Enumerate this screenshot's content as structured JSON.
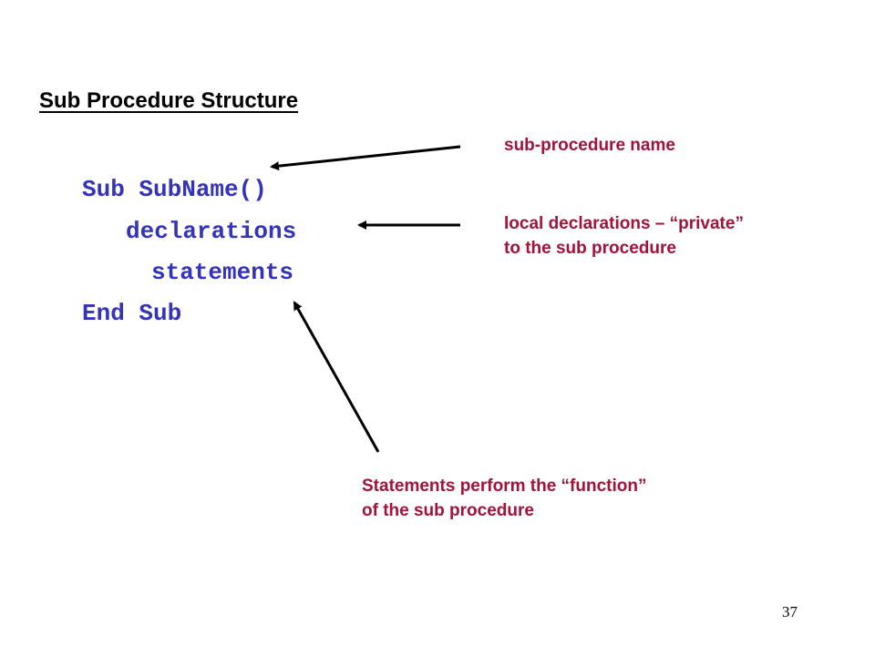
{
  "slide": {
    "title": "Sub Procedure Structure",
    "code_lines": [
      "Sub SubName()",
      "declarations",
      "statements",
      "End Sub"
    ],
    "annotations": {
      "name": [
        "sub-procedure name"
      ],
      "declarations": [
        "local declarations – “private”",
        "to the sub procedure"
      ],
      "statements": [
        "Statements perform the “function”",
        "of the sub procedure"
      ]
    },
    "page_number": "37"
  },
  "colors": {
    "code": "#3333bb",
    "annotation": "#a3123b",
    "title": "#000000",
    "arrow": "#000000"
  }
}
